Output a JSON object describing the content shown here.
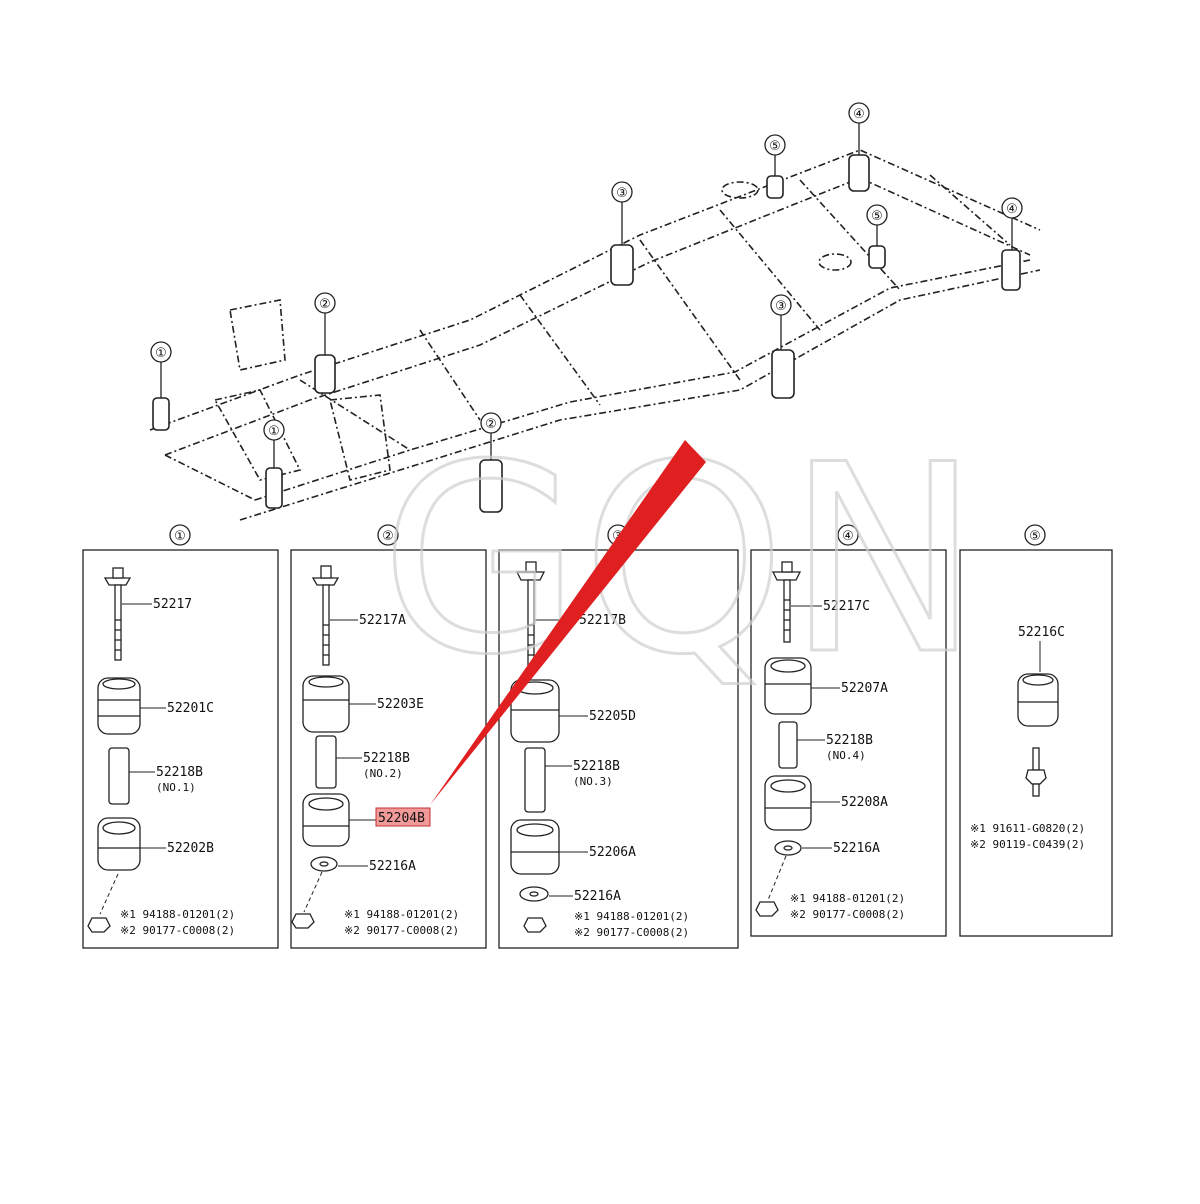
{
  "watermark": "GQN",
  "accent_color": "#e02020",
  "highlight_color": "#f29a9a",
  "frame_callouts": [
    "①",
    "①",
    "②",
    "②",
    "③",
    "③",
    "④",
    "④",
    "⑤",
    "⑤"
  ],
  "panels": [
    {
      "number": "①",
      "bolt": "52217",
      "upper_cushion": "52201C",
      "collar": "52218B",
      "collar_note": "(NO.1)",
      "lower_cushion": "52202B",
      "washer": "",
      "note1": "※1  94188-01201(2)",
      "note2": "※2  90177-C0008(2)"
    },
    {
      "number": "②",
      "bolt": "52217A",
      "upper_cushion": "52203E",
      "collar": "52218B",
      "collar_note": "(NO.2)",
      "lower_cushion": "52204B",
      "washer": "52216A",
      "note1": "※1 94188-01201(2)",
      "note2": "※2 90177-C0008(2)"
    },
    {
      "number": "③",
      "bolt": "52217B",
      "upper_cushion": "52205D",
      "collar": "52218B",
      "collar_note": "(NO.3)",
      "lower_cushion": "52206A",
      "washer": "52216A",
      "note1": "※1  94188-01201(2)",
      "note2": "※2  90177-C0008(2)"
    },
    {
      "number": "④",
      "bolt": "52217C",
      "upper_cushion": "52207A",
      "collar": "52218B",
      "collar_note": "(NO.4)",
      "lower_cushion": "52208A",
      "washer": "52216A",
      "note1": "※1  94188-01201(2)",
      "note2": "※2  90177-C0008(2)"
    },
    {
      "number": "⑤",
      "stopper": "52216C",
      "note1": "※1 91611-G0820(2)",
      "note2": "※2 90119-C0439(2)"
    }
  ]
}
